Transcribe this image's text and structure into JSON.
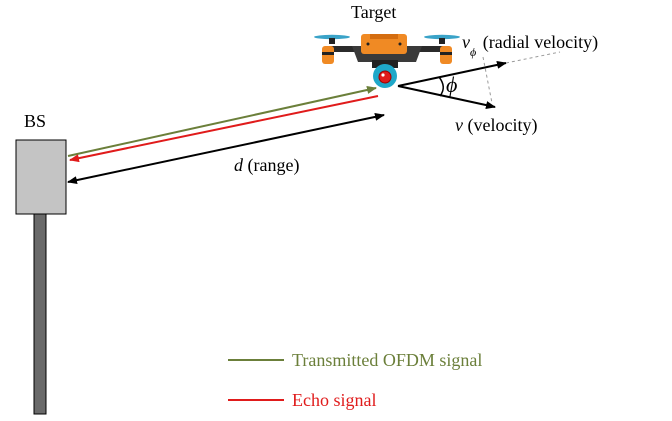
{
  "labels": {
    "target": "Target",
    "bs": "BS",
    "range_symbol": "d",
    "range_text": " (range)",
    "radial_symbol": "v",
    "radial_subscript": "ϕ",
    "radial_text": " (radial velocity)",
    "velocity_symbol": "v",
    "velocity_text": " (velocity)",
    "angle_symbol": "ϕ"
  },
  "legend": [
    {
      "label": "Transmitted OFDM signal",
      "color": "#6b7f3a"
    },
    {
      "label": "Echo signal",
      "color": "#e01b1b"
    }
  ],
  "colors": {
    "transmitted": "#6b7f3a",
    "echo": "#e01b1b",
    "bs_box": "#c4c4c4",
    "bs_pole": "#6a6a6a",
    "drone_body": "#f08a24",
    "drone_camera": "#1fa8c9"
  }
}
